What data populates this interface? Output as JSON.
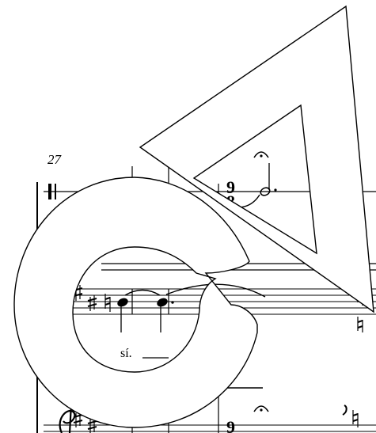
{
  "score": {
    "measure_number": "27",
    "time_signature": {
      "numerator": "9",
      "denominator": "8",
      "lower_staff_numerator": "9"
    },
    "lyric": "sí.",
    "colors": {
      "ink": "#000000",
      "paper": "#ffffff"
    }
  },
  "overlay": {
    "colors": {
      "fill": "#f2f2f2",
      "stroke": "#000000"
    }
  },
  "icons": {
    "fermata": "fermata-icon",
    "sharp": "sharp-icon",
    "natural": "natural-icon",
    "treble_clef": "treble-clef-icon",
    "breath_mark": "breath-mark-icon"
  }
}
